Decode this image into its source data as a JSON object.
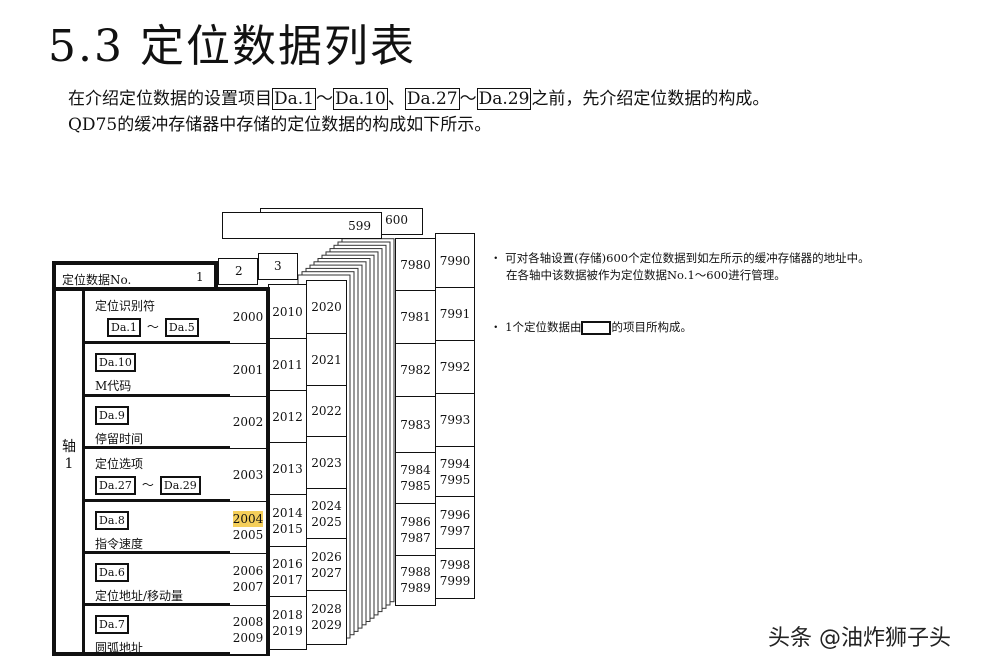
{
  "title": "5.3 定位数据列表",
  "intro": {
    "line1_pre": "在介绍定位数据的设置项目",
    "ref1": "Da.1",
    "tilde1": "～",
    "ref2": "Da.10",
    "sep": "、",
    "ref3": "Da.27",
    "tilde2": "～",
    "ref4": "Da.29",
    "line1_post": "之前，先介绍定位数据的构成。",
    "line2": "QD75的缓冲存储器中存储的定位数据的构成如下所示。"
  },
  "diagram": {
    "header_label": "定位数据No.",
    "header_no": "1",
    "card2_no": "2",
    "card3_no": "3",
    "card599_no": "599",
    "card600_no": "600",
    "axis_label": "轴",
    "axis_no": "1",
    "items": [
      {
        "label": "定位识别符",
        "tags": [
          "Da.1",
          "Da.5"
        ],
        "tilde": "～",
        "label_first": true
      },
      {
        "label": "M代码",
        "tags": [
          "Da.10"
        ]
      },
      {
        "label": "停留时间",
        "tags": [
          "Da.9"
        ]
      },
      {
        "label": "定位选项",
        "tags": [
          "Da.27",
          "Da.29"
        ],
        "tilde": "～",
        "label_first": true
      },
      {
        "label": "指令速度",
        "tags": [
          "Da.8"
        ]
      },
      {
        "label": "定位地址/移动量",
        "tags": [
          "Da.6"
        ]
      },
      {
        "label": "圆弧地址",
        "tags": [
          "Da.7"
        ]
      }
    ],
    "columns": {
      "card1": [
        [
          "2000"
        ],
        [
          "2001"
        ],
        [
          "2002"
        ],
        [
          "2003"
        ],
        [
          "2004",
          "2005"
        ],
        [
          "2006",
          "2007"
        ],
        [
          "2008",
          "2009"
        ]
      ],
      "card2": [
        [
          "2010"
        ],
        [
          "2011"
        ],
        [
          "2012"
        ],
        [
          "2013"
        ],
        [
          "2014",
          "2015"
        ],
        [
          "2016",
          "2017"
        ],
        [
          "2018",
          "2019"
        ]
      ],
      "card3": [
        [
          "2020"
        ],
        [
          "2021"
        ],
        [
          "2022"
        ],
        [
          "2023"
        ],
        [
          "2024",
          "2025"
        ],
        [
          "2026",
          "2027"
        ],
        [
          "2028",
          "2029"
        ]
      ],
      "card599": [
        [
          "7980"
        ],
        [
          "7981"
        ],
        [
          "7982"
        ],
        [
          "7983"
        ],
        [
          "7984",
          "7985"
        ],
        [
          "7986",
          "7987"
        ],
        [
          "7988",
          "7989"
        ]
      ],
      "card600": [
        [
          "7990"
        ],
        [
          "7991"
        ],
        [
          "7992"
        ],
        [
          "7993"
        ],
        [
          "7994",
          "7995"
        ],
        [
          "7996",
          "7997"
        ],
        [
          "7998",
          "7999"
        ]
      ]
    },
    "highlight_value": "2004",
    "highlight_color": "#f5cf5a"
  },
  "notes": {
    "bullet": "・",
    "note1_line1": "可对各轴设置(存储)600个定位数据到如左所示的缓冲存储器的地址中。",
    "note1_line2": "在各轴中该数据被作为定位数据No.1～600进行管理。",
    "note2_pre": "1个定位数据由",
    "note2_post": "的项目所构成。"
  },
  "watermark": "头条 @油炸狮子头"
}
